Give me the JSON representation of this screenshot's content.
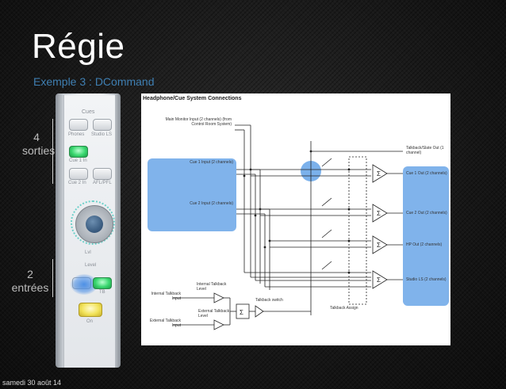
{
  "slide": {
    "title": "Régie",
    "subtitle": "Exemple 3 : DCommand",
    "footer": "samedi 30 août 14",
    "annotations": {
      "outputs": {
        "number": "4",
        "word": "sorties"
      },
      "inputs": {
        "number": "2",
        "word": "entrées"
      }
    }
  },
  "device": {
    "section_label": "Cues",
    "buttons": [
      {
        "label": "Phones",
        "state": "off"
      },
      {
        "label": "Studio LS",
        "state": "off"
      },
      {
        "label": "Cue 1 In",
        "state": "on"
      },
      {
        "label": "Cue 2 In",
        "state": "off"
      },
      {
        "label": "AFL/PFL",
        "state": "off"
      },
      {
        "label": "Lvl",
        "state": "off"
      },
      {
        "label": "Level",
        "state": "off"
      },
      {
        "label": "TB",
        "state": "on"
      },
      {
        "label": "On",
        "state": "on"
      }
    ],
    "colors": {
      "green_led": "#39d76f",
      "yellow_led": "#f2e35a",
      "blue_highlight": "#468ce6"
    }
  },
  "diagram": {
    "title": "Headphone/Cue System Connections",
    "left_labels": [
      "Main Monitor Input (2 channels) (from Control Room System)",
      "Cue 1 Input (2 channels)",
      "Cue 2 Input (2 channels)",
      "Internal Talkback Input",
      "External Talkback Input"
    ],
    "level_labels": [
      "Internal Talkback Level",
      "External Talkback Level"
    ],
    "switch_labels": [
      "Talkback switch",
      "Talkback Assign"
    ],
    "right_labels": [
      "Talkback/Slate Out (1 channel)",
      "Cue 1 Out (2 channels)",
      "Cue 2 Out (2 channels)",
      "HP Out (2 channels)",
      "Studio LS (2 channels)"
    ],
    "sum_symbol": "Σ",
    "colors": {
      "highlight": "#5a9ee6",
      "line": "#222222"
    }
  }
}
